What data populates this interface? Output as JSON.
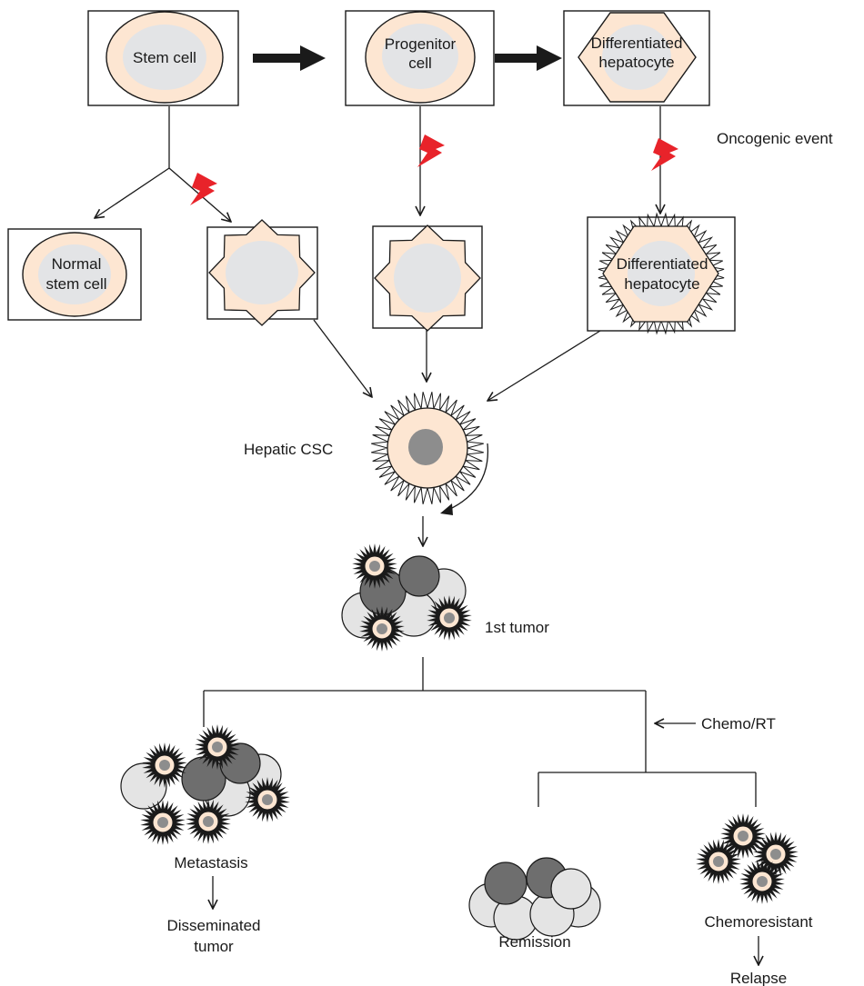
{
  "colors": {
    "cell_fill": "#fde6d2",
    "nucleus": "#e3e4e6",
    "dark_cell": "#6e6e6e",
    "light_cell": "#e4e4e4",
    "csc_nucleus": "#8d8d8d",
    "lightning": "#e8232a",
    "line": "#1a1a1a"
  },
  "top_row": {
    "stem_cell": "Stem cell",
    "progenitor_line1": "Progenitor",
    "progenitor_line2": "cell",
    "differentiated_line1": "Differentiated",
    "differentiated_line2": "hepatocyte"
  },
  "oncogenic_event": "Oncogenic event",
  "second_row": {
    "normal_line1": "Normal",
    "normal_line2": "stem cell",
    "differentiated_line1": "Differentiated",
    "differentiated_line2": "hepatocyte"
  },
  "hepatic_csc": "Hepatic CSC",
  "first_tumor": "1st tumor",
  "chemo_rt": "Chemo/RT",
  "metastasis": "Metastasis",
  "disseminated_line1": "Disseminated",
  "disseminated_line2": "tumor",
  "remission": "Remission",
  "chemoresistant": "Chemoresistant",
  "relapse": "Relapse"
}
